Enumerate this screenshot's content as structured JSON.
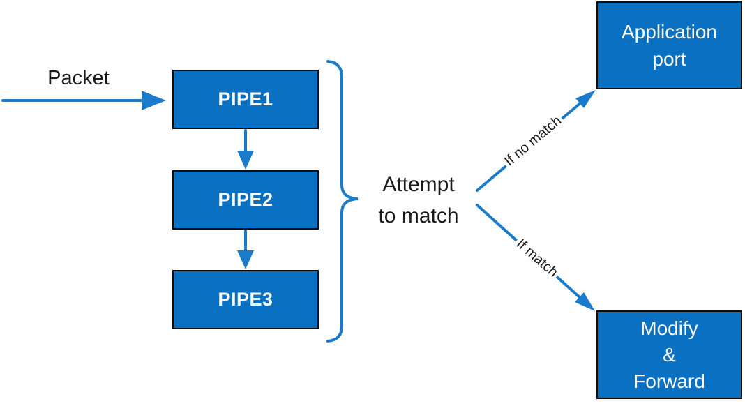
{
  "diagram": {
    "packet_label": "Packet",
    "pipes": [
      {
        "label": "PIPE1"
      },
      {
        "label": "PIPE2"
      },
      {
        "label": "PIPE3"
      }
    ],
    "attempt": {
      "line1": "Attempt",
      "line2": "to match"
    },
    "edges": {
      "no_match_label": "If no match",
      "match_label": "If match"
    },
    "application_port": {
      "line1": "Application",
      "line2": "port"
    },
    "modify_forward": {
      "line1": "Modify",
      "line2": "&",
      "line3": "Forward"
    },
    "colors": {
      "box_fill": "#0a70c2",
      "box_border": "#0d0d0d",
      "connector_blue": "#1b7bcb",
      "label_text": "#1a1a1a",
      "box_text": "#ffffff",
      "background": "#ffffff"
    }
  }
}
